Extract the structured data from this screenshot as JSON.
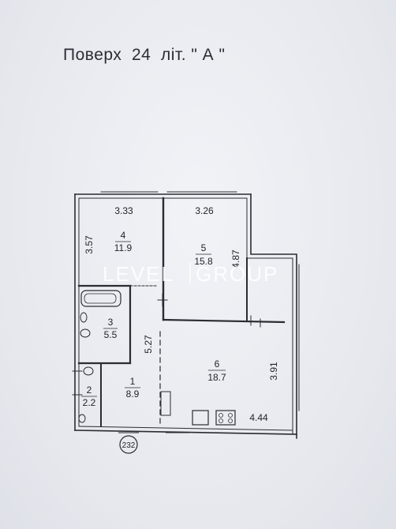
{
  "title": "Поверх  24  літ. \" А \"",
  "watermark": {
    "left": "LEVEL",
    "right": "GROUP"
  },
  "rooms": [
    {
      "number": "4",
      "area": "11.9"
    },
    {
      "number": "5",
      "area": "15.8"
    },
    {
      "number": "3",
      "area": "5.5"
    },
    {
      "number": "6",
      "area": "18.7"
    },
    {
      "number": "1",
      "area": "8.9"
    },
    {
      "number": "2",
      "area": "2.2"
    }
  ],
  "dimensions": {
    "room4_width": "3.33",
    "room4_height": "3.57",
    "room5_width": "3.26",
    "room5_height": "4.87",
    "hall_length": "5.27",
    "room6_height": "3.91",
    "room6_width": "4.44"
  },
  "apartment_number": "232",
  "colors": {
    "line": "#2a2c33",
    "paper": "#eceef3"
  }
}
